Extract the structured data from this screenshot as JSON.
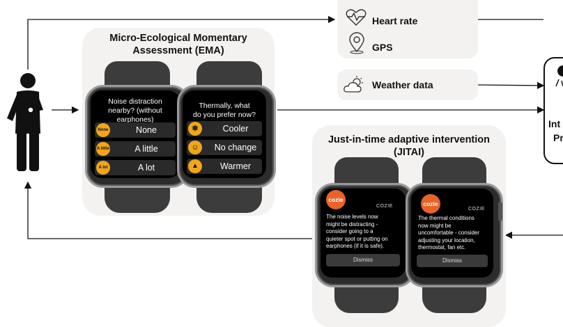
{
  "ema": {
    "title_line1": "Micro-Ecological Momentary",
    "title_line2": "Assessment (EMA)",
    "watch1": {
      "question_line1": "Noise distraction",
      "question_line2": "nearby? (without",
      "question_line3": "earphones)",
      "options": [
        {
          "icon": "None",
          "label": "None"
        },
        {
          "icon": "A little",
          "label": "A little"
        },
        {
          "icon": "A lot",
          "label": "A lot"
        }
      ]
    },
    "watch2": {
      "question_line1": "Thermally, what",
      "question_line2": "do you prefer now?",
      "options": [
        {
          "icon": "snowflake-icon",
          "glyph": "❄",
          "label": "Cooler"
        },
        {
          "icon": "smiley-icon",
          "glyph": "☺",
          "label": "No change"
        },
        {
          "icon": "flame-icon",
          "glyph": "🔥",
          "label": "Warmer"
        }
      ]
    }
  },
  "sensors": {
    "heart_rate": "Heart rate",
    "gps": "GPS",
    "weather": "Weather data"
  },
  "jitai": {
    "title_line1": "Just-in-time adaptive intervention",
    "title_line2": "(JITAI)",
    "watch1": {
      "logo": "cozie",
      "tag": "COZIE",
      "msg_lines": [
        "The noise levels now",
        "might be distracting -",
        "consider going to a",
        "quieter spot or putting on",
        "earphones (if it is safe)."
      ],
      "dismiss": "Dismiss"
    },
    "watch2": {
      "logo": "cozie",
      "tag": "COZIE",
      "msg_lines": [
        "The thermal conditions",
        "now might be",
        "uncomfortable - consider",
        "adjusting your location,",
        "thermostat, fan etc."
      ],
      "dismiss": "Dismiss"
    }
  },
  "cutoff_box": {
    "line1": "Int",
    "line2": "Pr"
  },
  "colors": {
    "panel": "#f4f2f0",
    "accent_orange": "#f0a51e",
    "cozie_orange": "#e8632b"
  }
}
